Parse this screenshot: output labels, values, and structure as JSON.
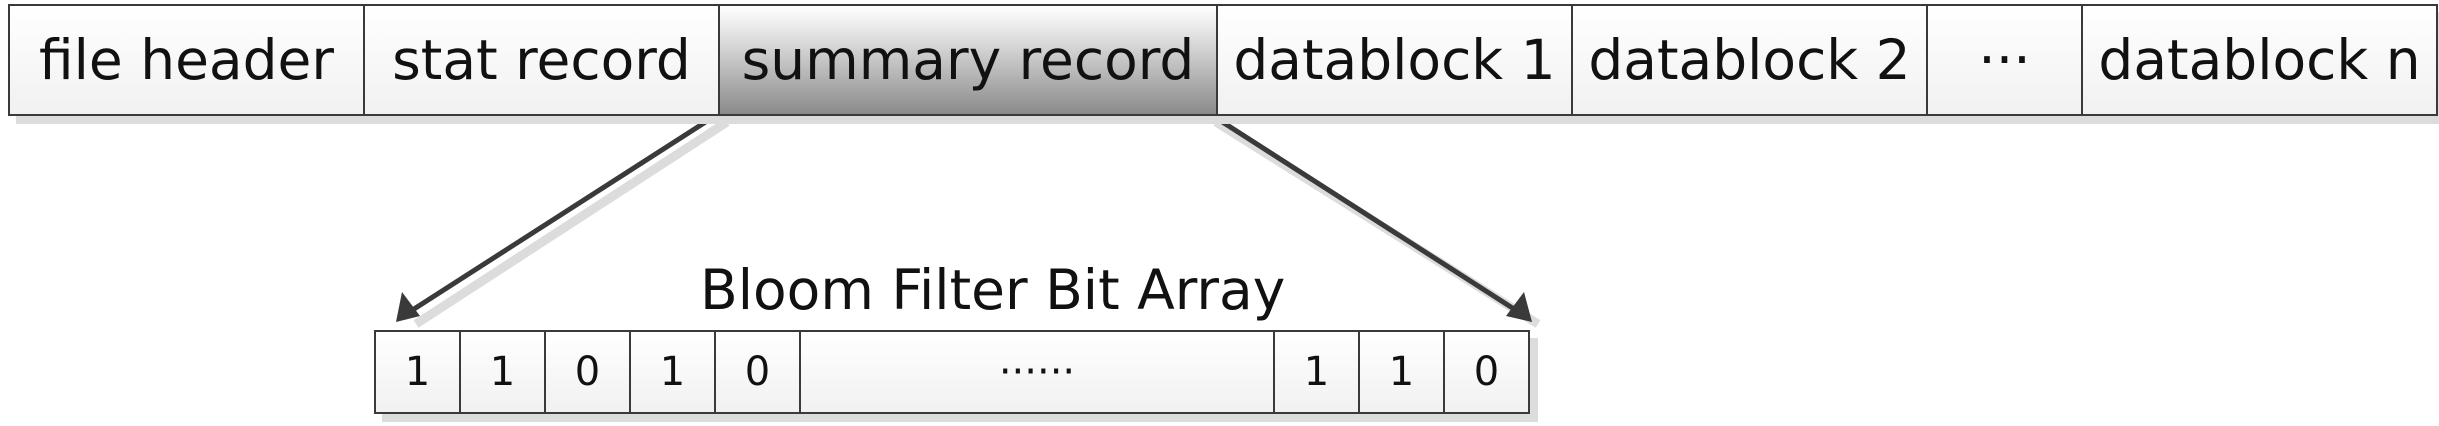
{
  "file_layout": {
    "segments": [
      {
        "label": "file header",
        "highlight": false
      },
      {
        "label": "stat record",
        "highlight": false
      },
      {
        "label": "summary record",
        "highlight": true
      },
      {
        "label": "datablock 1",
        "highlight": false
      },
      {
        "label": "datablock 2",
        "highlight": false
      },
      {
        "label": "···",
        "highlight": false
      },
      {
        "label": "datablock n",
        "highlight": false
      }
    ]
  },
  "bloom_filter": {
    "title": "Bloom Filter Bit Array",
    "bits": [
      "1",
      "1",
      "0",
      "1",
      "0",
      "······",
      "1",
      "1",
      "0"
    ]
  },
  "colors": {
    "border": "#3a3a3a",
    "shadow": "#dcdcdc",
    "highlight_dark": "#8a8a8a"
  }
}
